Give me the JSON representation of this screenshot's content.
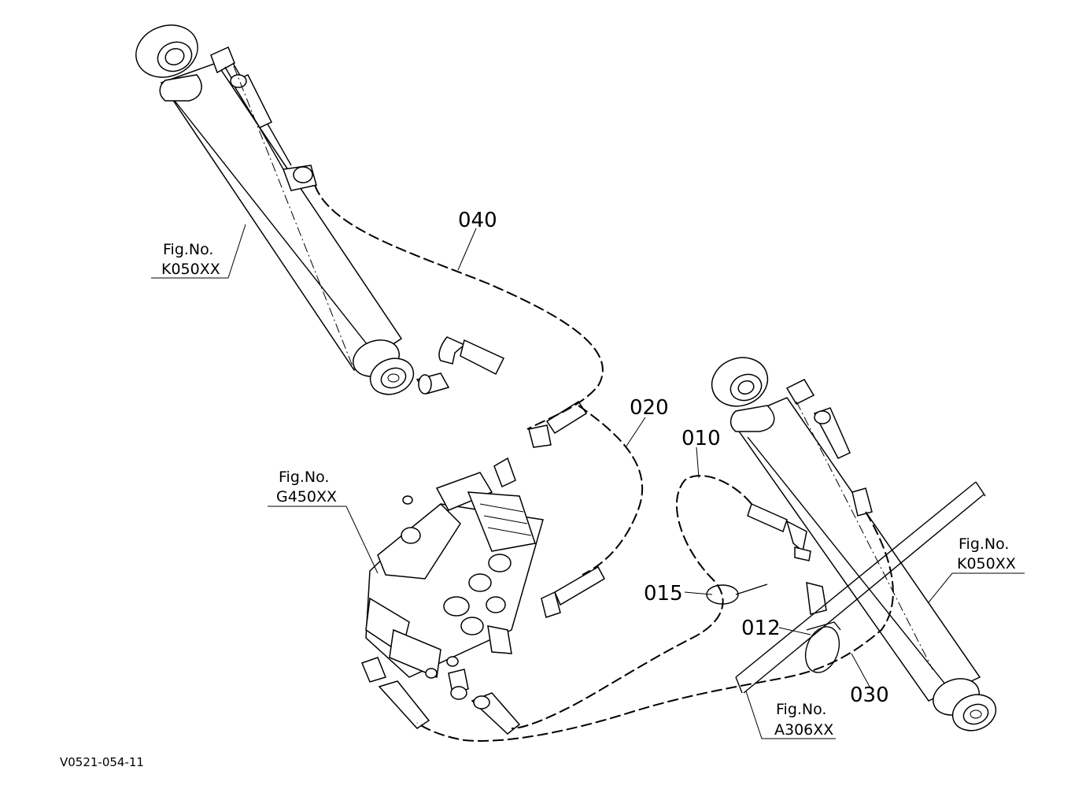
{
  "drawing": {
    "drawing_number": "V0521-054-11"
  },
  "parts": [
    {
      "ref": "010"
    },
    {
      "ref": "012"
    },
    {
      "ref": "015"
    },
    {
      "ref": "020"
    },
    {
      "ref": "030"
    },
    {
      "ref": "040"
    }
  ],
  "figure_refs": [
    {
      "caption": "Fig.No.",
      "code": "K050XX"
    },
    {
      "caption": "Fig.No.",
      "code": "G450XX"
    },
    {
      "caption": "Fig.No.",
      "code": "K050XX"
    },
    {
      "caption": "Fig.No.",
      "code": "A306XX"
    }
  ]
}
